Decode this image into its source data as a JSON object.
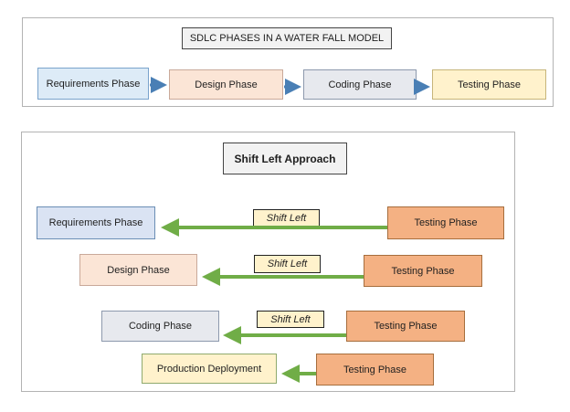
{
  "waterfall": {
    "title": "SDLC PHASES IN A WATER FALL MODEL",
    "phases": [
      "Requirements Phase",
      "Design Phase",
      "Coding Phase",
      "Testing Phase"
    ],
    "arrow_color": "#4a7fb5"
  },
  "shift_left": {
    "title": "Shift Left Approach",
    "rows": [
      {
        "left": "Requirements Phase",
        "shift": "Shift Left",
        "right": "Testing Phase"
      },
      {
        "left": "Design Phase",
        "shift": "Shift Left",
        "right": "Testing Phase"
      },
      {
        "left": "Coding Phase",
        "shift": "Shift Left",
        "right": "Testing Phase"
      },
      {
        "left": "Production Deployment",
        "right": "Testing Phase"
      }
    ],
    "arrow_color": "#70ad47"
  }
}
